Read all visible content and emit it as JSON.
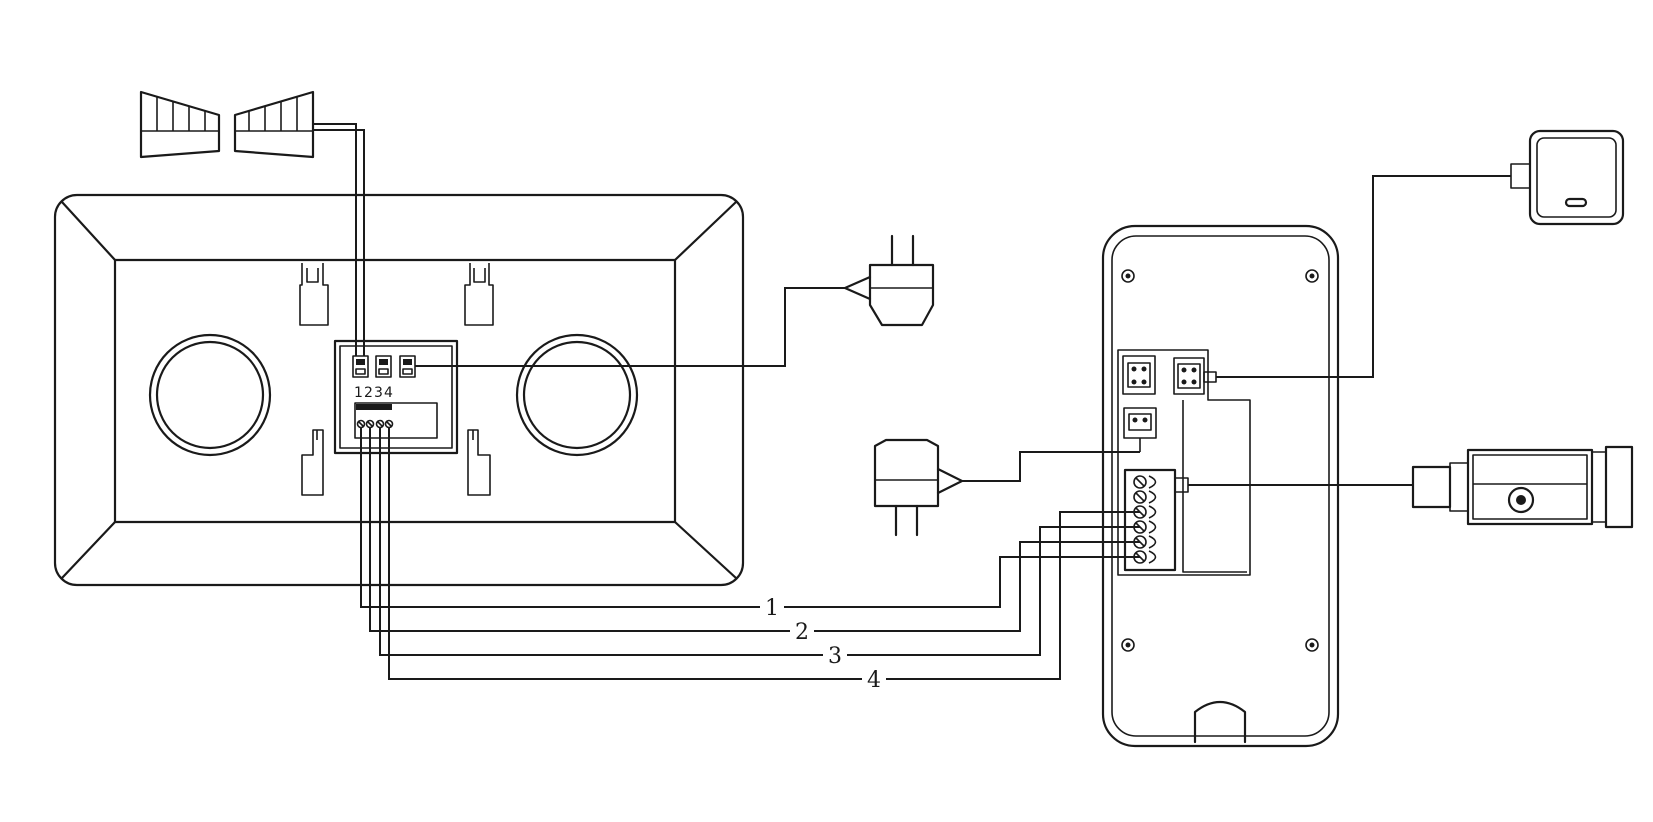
{
  "terminal_labels": [
    "1",
    "2",
    "3",
    "4"
  ],
  "wire_labels": [
    "1",
    "2",
    "3",
    "4"
  ],
  "colors": {
    "line": "#1a1a1a",
    "background": "#ffffff"
  }
}
